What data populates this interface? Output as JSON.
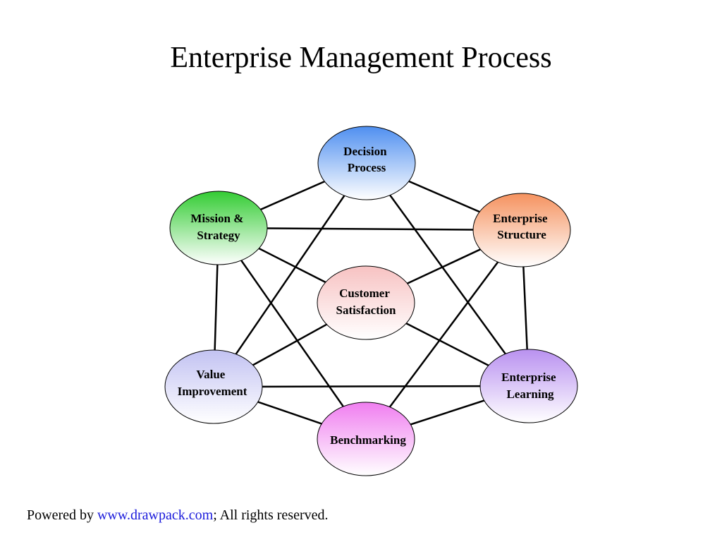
{
  "title": "Enterprise Management Process",
  "nodes": {
    "decision": {
      "line1": "Decision",
      "line2": "Process"
    },
    "structure": {
      "line1": "Enterprise",
      "line2": "Structure"
    },
    "learning": {
      "line1": "Enterprise",
      "line2": "Learning"
    },
    "benchmarking": {
      "line1": "Benchmarking"
    },
    "value": {
      "line1": "Value",
      "line2": "Improvement"
    },
    "mission": {
      "line1": "Mission &",
      "line2": "Strategy"
    },
    "customer": {
      "line1": "Customer",
      "line2": "Satisfaction"
    }
  },
  "footer": {
    "prefix": "Powered by ",
    "link": "www.drawpack.com",
    "suffix": "; All rights reserved."
  },
  "colors": {
    "decision": "#4f8ff0",
    "structure": "#f5925f",
    "learning": "#b991f0",
    "benchmarking": "#f07ef0",
    "value": "#c2c2f2",
    "mission": "#33cc33",
    "customer": "#f7c2c2",
    "link": "#1a1adb"
  }
}
